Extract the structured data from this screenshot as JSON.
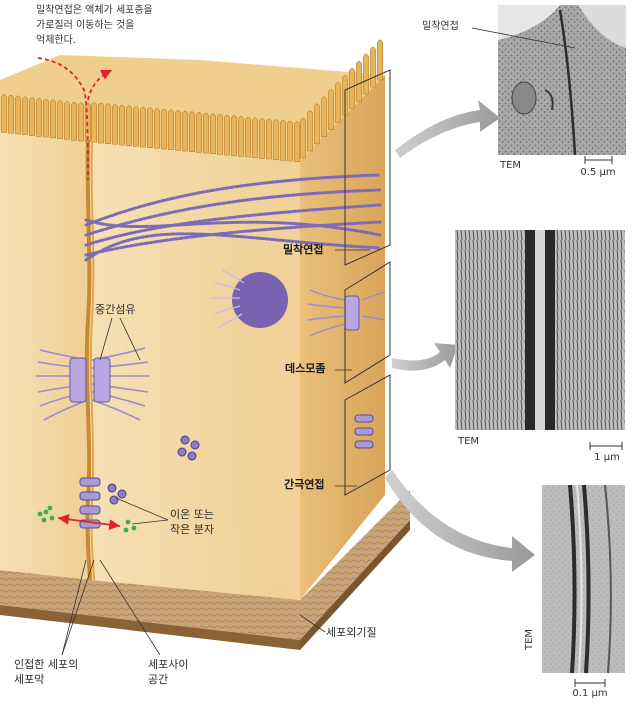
{
  "caption": {
    "line1": "밀착연접은 액체가 세포층을",
    "line2": "가로질러 이동하는 것을",
    "line3": "억제한다."
  },
  "labels": {
    "tight_junction": "밀착연접",
    "intermediate_filaments": "중간섬유",
    "desmosome": "데스모좀",
    "gap_junction": "간극연접",
    "ions_line1": "이온 또는",
    "ions_line2": "작은 분자",
    "ecm": "세포외기질",
    "membranes_line1": "인접한 세포의",
    "membranes_line2": "세포막",
    "intercellular_line1": "세포사이",
    "intercellular_line2": "공간"
  },
  "micrographs": {
    "tight": {
      "label": "밀착연접",
      "tem": "TEM",
      "scale": "0.5 µm"
    },
    "desmosome": {
      "tem": "TEM",
      "scale": "1 µm"
    },
    "gap": {
      "tem": "TEM",
      "scale": "0.1 µm"
    }
  },
  "colors": {
    "cell": "#f3d9a6",
    "cell_dark": "#e2b56a",
    "membrane": "#d89a3a",
    "protein": "#8f7cc4",
    "protein_dark": "#5b4a97",
    "arrow_gray": "#b0b0b0",
    "fluid_red": "#e0232a",
    "ion_green": "#3fae4a",
    "ecm": "#c9a57a"
  }
}
